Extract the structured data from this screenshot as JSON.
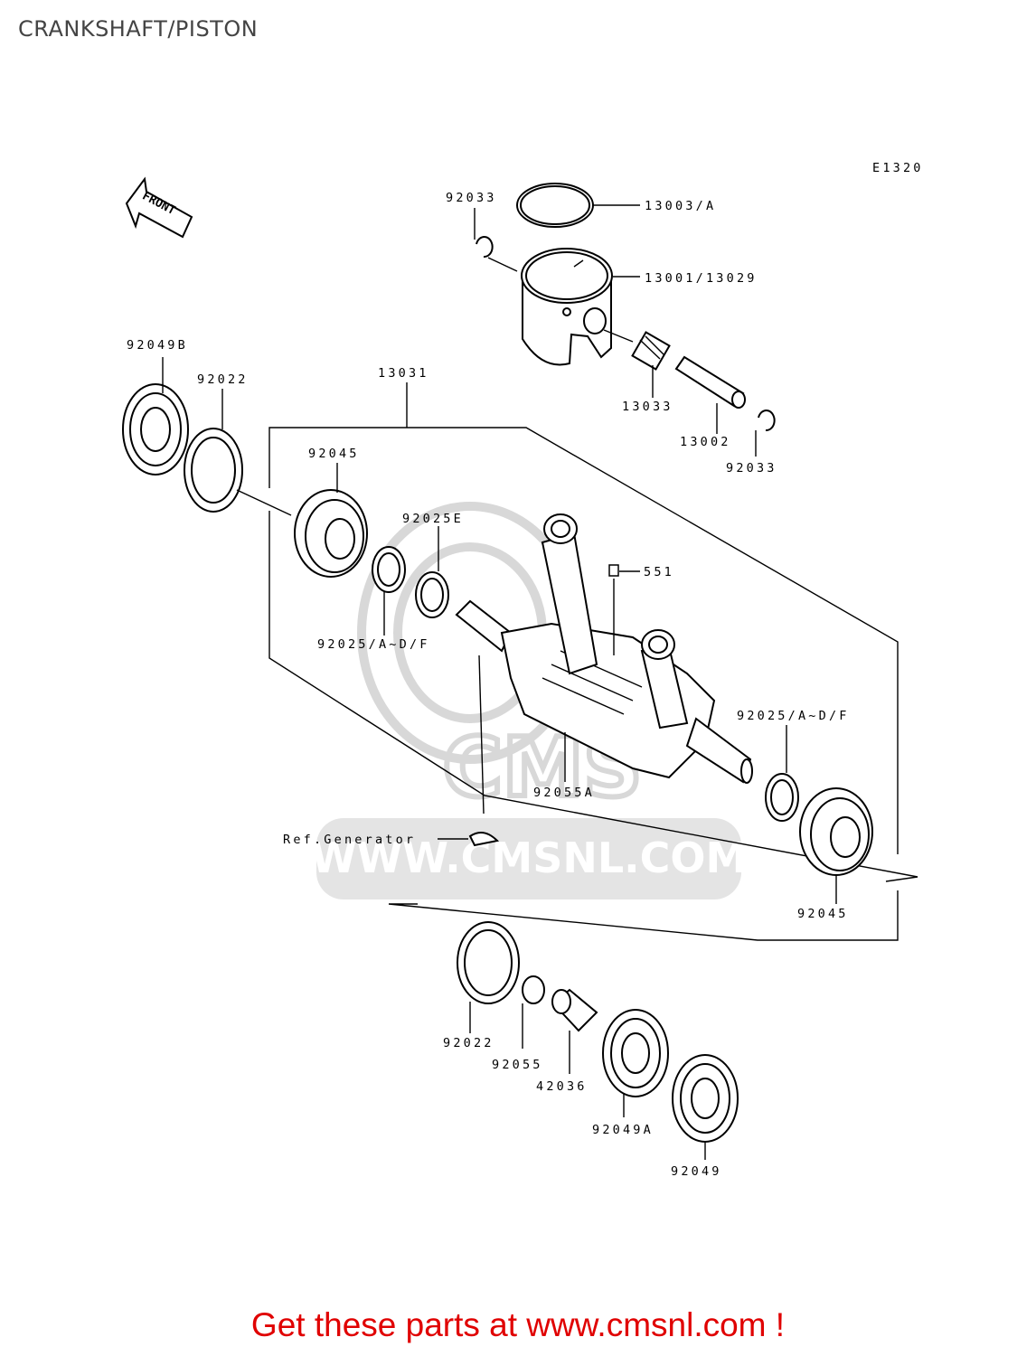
{
  "page": {
    "title": "CRANKSHAFT/PISTON",
    "footer": "Get these parts at www.cmsnl.com !"
  },
  "diagram": {
    "code": "E1320",
    "front_label": "FRONT",
    "watermark": "WWW.CMSNL.COM",
    "watermark_logo": "CMS",
    "colors": {
      "footer": "#e00000",
      "title": "#444444",
      "watermark": "#d8d8d8"
    },
    "labels": {
      "p92033_top": "92033",
      "p13003": "13003/A",
      "p13001": "13001/13029",
      "p92049B": "92049B",
      "p92022_top": "92022",
      "p13031": "13031",
      "p13033": "13033",
      "p13002": "13002",
      "p92033_bot": "92033",
      "p92045_top": "92045",
      "p92025E": "92025E",
      "p551": "551",
      "p92025_left": "92025/A~D/F",
      "p92025_right": "92025/A~D/F",
      "p92055A": "92055A",
      "pRefGen": "Ref.Generator",
      "p92045_bot": "92045",
      "p92022_bot": "92022",
      "p92055": "92055",
      "p42036": "42036",
      "p92049A": "92049A",
      "p92049": "92049"
    }
  }
}
